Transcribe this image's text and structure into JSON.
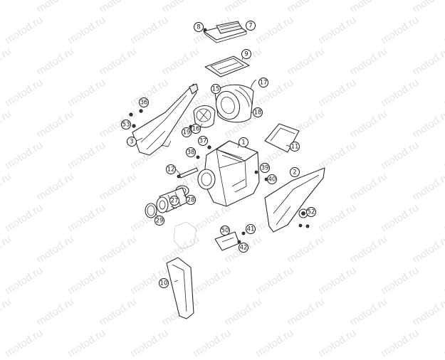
{
  "watermark": "motod.ru",
  "callouts": [
    "1",
    "2",
    "3",
    "7",
    "8",
    "9",
    "10",
    "11",
    "12",
    "15",
    "16",
    "17",
    "18",
    "19",
    "27",
    "28",
    "29",
    "36",
    "37",
    "38",
    "39",
    "40",
    "41",
    "42",
    "50",
    "52",
    "53"
  ]
}
